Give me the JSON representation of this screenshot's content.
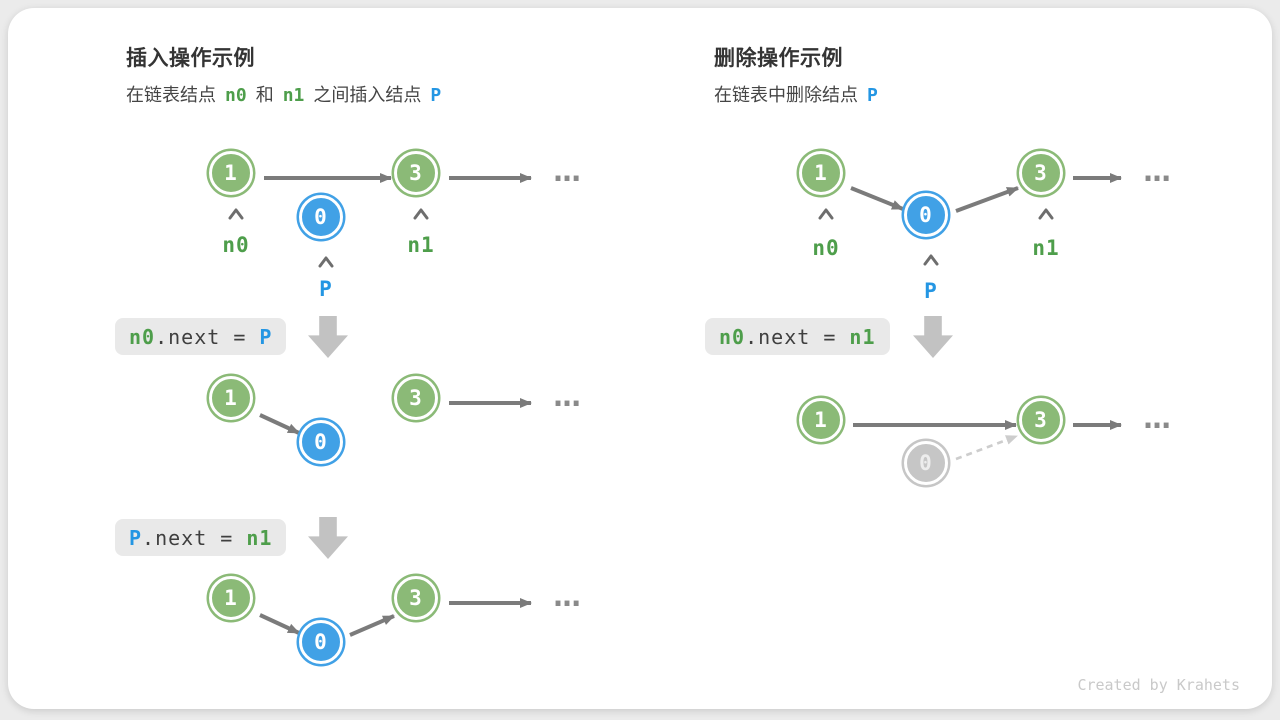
{
  "left": {
    "title": "插入操作示例",
    "subtitle": {
      "part1": "在链表结点",
      "n0": "n0",
      "part2": "和",
      "n1": "n1",
      "part3": "之间插入结点",
      "p": "P"
    },
    "d1": {
      "node1": "1",
      "node0": "0",
      "node3": "3",
      "ellipsis": "...",
      "label_n0": "n0",
      "label_n1": "n1",
      "label_p": "P"
    },
    "code1": {
      "lhs": "n0",
      "mid": ".next = ",
      "rhs": "P"
    },
    "d2": {
      "node1": "1",
      "node0": "0",
      "node3": "3",
      "ellipsis": "..."
    },
    "code2": {
      "lhs": "P",
      "mid": ".next = ",
      "rhs": "n1"
    },
    "d3": {
      "node1": "1",
      "node0": "0",
      "node3": "3",
      "ellipsis": "..."
    }
  },
  "right": {
    "title": "删除操作示例",
    "subtitle": {
      "part1": "在链表中删除结点",
      "p": "P"
    },
    "d1": {
      "node1": "1",
      "node0": "0",
      "node3": "3",
      "ellipsis": "...",
      "label_n0": "n0",
      "label_n1": "n1",
      "label_p": "P"
    },
    "code1": {
      "lhs": "n0",
      "mid": ".next = ",
      "rhs": "n1"
    },
    "d2": {
      "node1": "1",
      "node3": "3",
      "node0_removed": "0",
      "ellipsis": "..."
    }
  },
  "credit": "Created by Krahets",
  "colors": {
    "node_green": "#8BBA77",
    "node_blue": "#41A1E6",
    "node_gray": "#C6C6C6",
    "arrow_gray": "#7B7B7B",
    "caret_gray": "#6E6E6E",
    "dashed_gray": "#CDCDCD",
    "label_green": "#4E9E4B",
    "label_blue": "#2496E3",
    "code_bg": "#E9E9E9",
    "code_text": "#3F3F3F",
    "block_arrow_gray": "#C2C2C2",
    "dots_gray": "#8A8A8A",
    "title_text": "#343434",
    "body_text": "#454545",
    "credit_gray": "#C9C9C9",
    "card_bg": "#FFFFFF",
    "page_bg": "#EBEBEB"
  }
}
